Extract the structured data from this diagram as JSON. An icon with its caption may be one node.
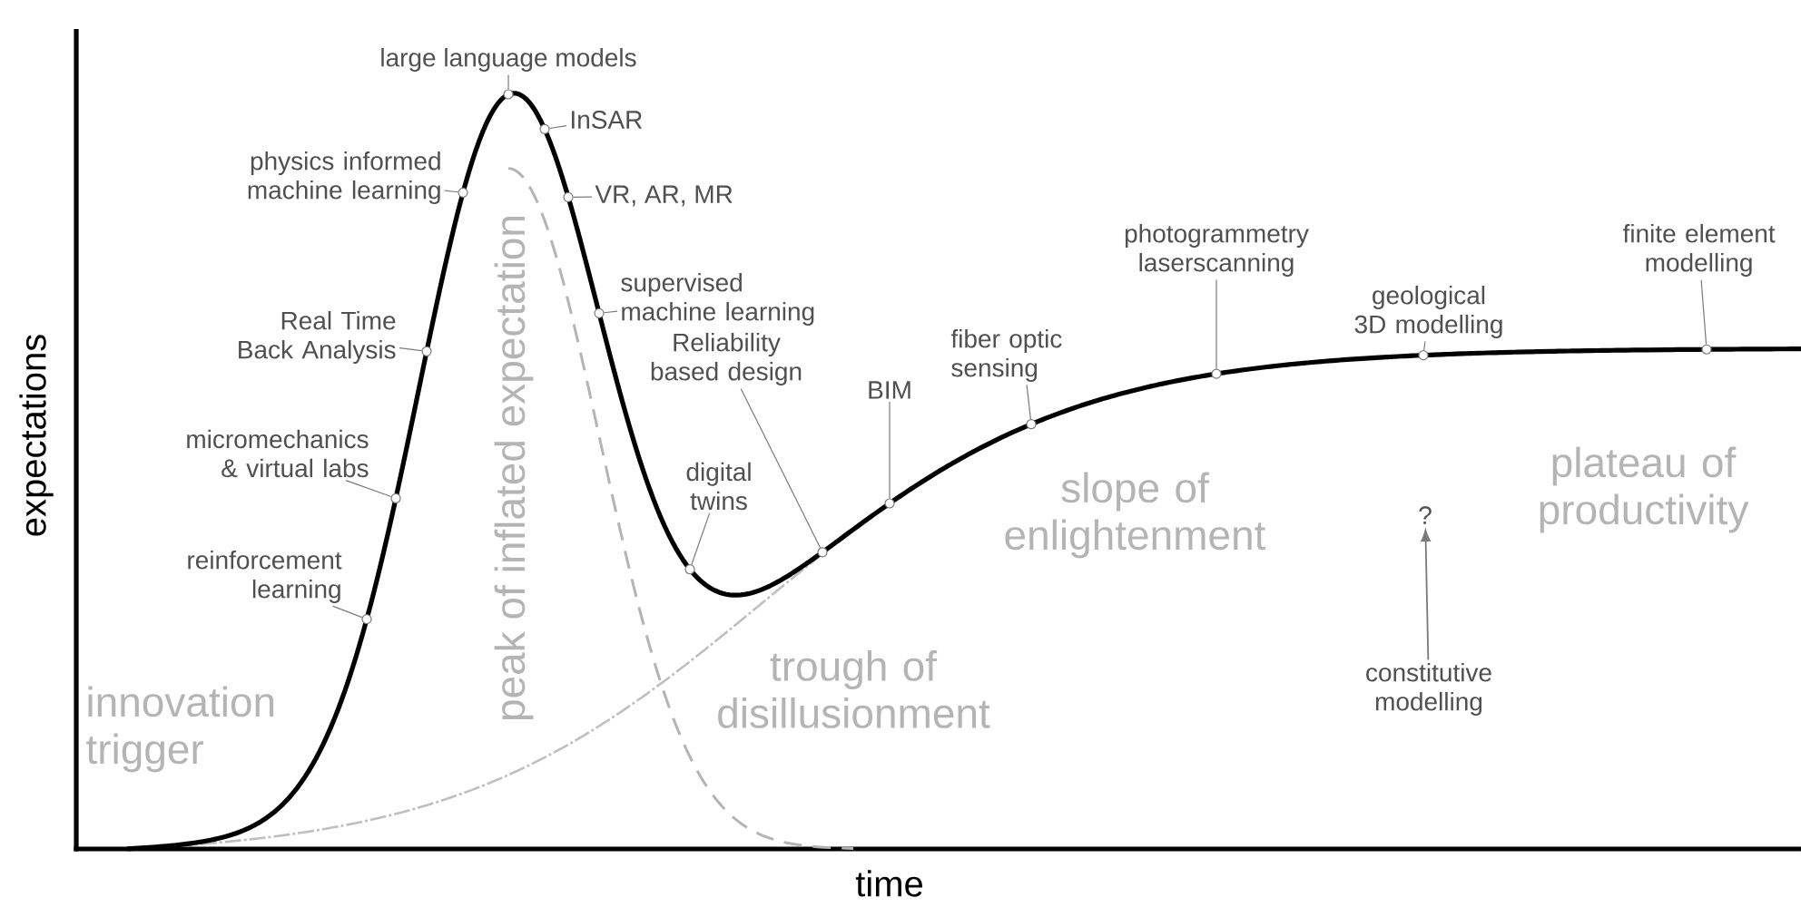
{
  "diagram": {
    "nodes": [
      {
        "text": [
          "large language models"
        ]
      },
      {
        "text": [
          "InSAR"
        ]
      },
      {
        "text": [
          "physics informed machine learning"
        ]
      },
      {
        "text": [
          "VR, AR, MR"
        ]
      },
      {
        "text": [
          "Real Time Back Analysis"
        ]
      },
      {
        "text": [
          "supervised machine learning"
        ]
      },
      {
        "text": [
          "micromechanics & virtual labs"
        ]
      },
      {
        "text": [
          "reinforcement learning"
        ]
      },
      {
        "text": [
          "Reliability based design"
        ]
      },
      {
        "text": [
          "BIM"
        ]
      },
      {
        "text": [
          "digital twins"
        ]
      },
      {
        "text": [
          "fiber optic sensing"
        ]
      },
      {
        "text": [
          "photogrammetry laserscanning"
        ]
      },
      {
        "text": [
          "finite element modelling"
        ]
      },
      {
        "text": [
          "geological 3D modelling"
        ]
      },
      {
        "text": [
          "?"
        ]
      },
      {
        "text": [
          "constitutive modelling"
        ]
      },
      {
        "text": [],
        "shape": "circle"
      },
      {
        "text": [],
        "shape": "circle"
      },
      {
        "text": [],
        "shape": "circle"
      },
      {
        "text": [],
        "shape": "circle"
      },
      {
        "text": [],
        "shape": "circle"
      },
      {
        "text": [],
        "shape": "circle"
      },
      {
        "text": [],
        "shape": "circle"
      },
      {
        "text": [],
        "shape": "circle"
      },
      {
        "text": [],
        "shape": "circle"
      },
      {
        "text": [],
        "shape": "circle"
      },
      {
        "text": [],
        "shape": "circle"
      },
      {
        "text": [],
        "shape": "circle"
      },
      {
        "text": [],
        "shape": "circle"
      },
      {
        "text": [],
        "shape": "circle"
      },
      {
        "text": [],
        "shape": "circle"
      }
    ],
    "edges": [
      {
        "from": 0,
        "to": 21,
        "arrow": "none"
      },
      {
        "from": 1,
        "to": 22,
        "arrow": "none"
      },
      {
        "from": 2,
        "to": 20,
        "arrow": "none"
      },
      {
        "from": 3,
        "to": 23,
        "arrow": "none"
      },
      {
        "from": 4,
        "to": 19,
        "arrow": "none"
      },
      {
        "from": 5,
        "to": 24,
        "arrow": "none"
      },
      {
        "from": 6,
        "to": 18,
        "arrow": "none"
      },
      {
        "from": 7,
        "to": 17,
        "arrow": "none"
      },
      {
        "from": 8,
        "to": 26,
        "arrow": "none"
      },
      {
        "from": 9,
        "to": 27,
        "arrow": "none"
      },
      {
        "from": 10,
        "to": 25,
        "arrow": "none"
      },
      {
        "from": 11,
        "to": 28,
        "arrow": "none"
      },
      {
        "from": 12,
        "to": 29,
        "arrow": "none"
      },
      {
        "from": 13,
        "to": 31,
        "arrow": "none"
      },
      {
        "from": 14,
        "to": 30,
        "arrow": "none"
      },
      {
        "from": 16,
        "to": 15,
        "arrow": "to"
      }
    ],
    "labels": [
      "expectations",
      "time",
      "innovation trigger",
      "peak of inflated expectation",
      "trough of disillusionment",
      "slope of enlightenment",
      "plateau of productivity"
    ]
  }
}
